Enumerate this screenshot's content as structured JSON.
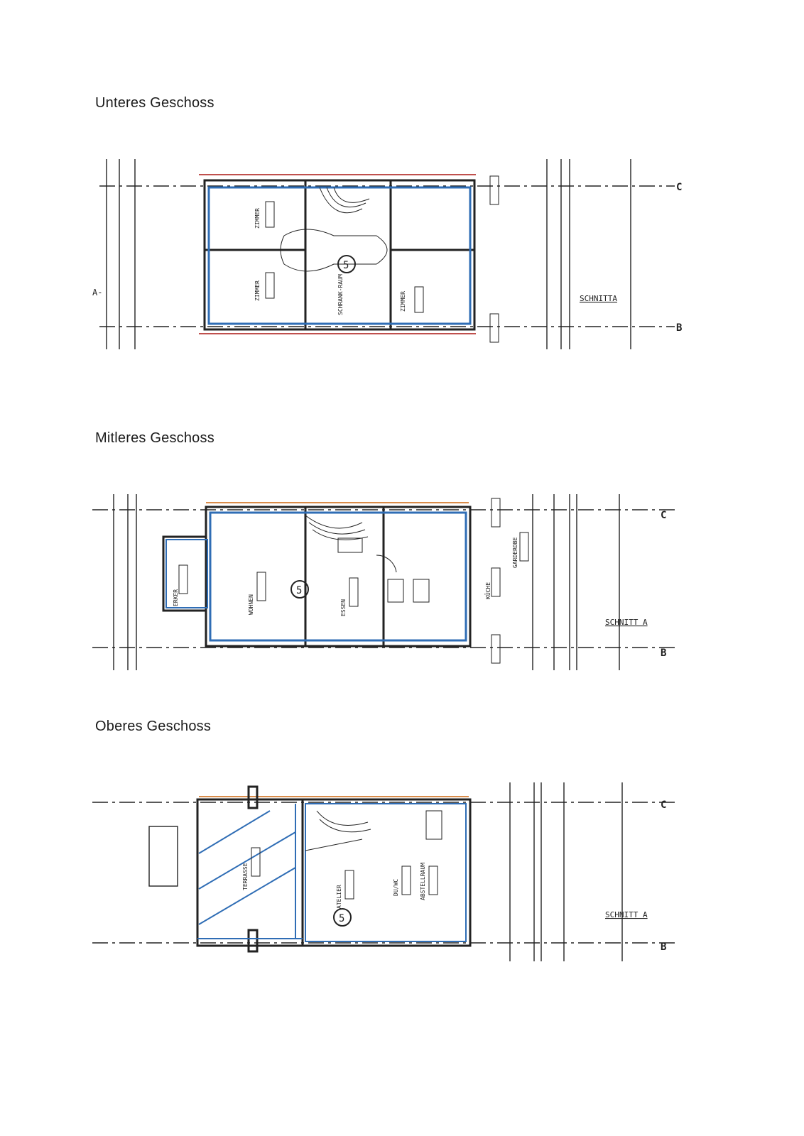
{
  "sections": [
    {
      "heading": "Unteres Geschoss",
      "axis_top": "C",
      "axis_bottom": "B",
      "section_mark": "SCHNITTA",
      "section_left": "A-",
      "rooms": [
        "ZIMMER",
        "ZIMMER",
        "SCHRANK-RAUM",
        "ZIMMER"
      ],
      "unit_number": "5"
    },
    {
      "heading": "Mitleres Geschoss",
      "axis_top": "C",
      "axis_bottom": "B",
      "section_mark": "SCHNITT A",
      "rooms": [
        "ERKER",
        "WOHNEN",
        "ESSEN",
        "KÜCHE",
        "GARDEROBE"
      ],
      "unit_number": "5"
    },
    {
      "heading": "Oberes Geschoss",
      "axis_top": "C",
      "axis_bottom": "B",
      "section_mark": "SCHNITT A",
      "rooms": [
        "TERRASSE",
        "ATELIER",
        "DU/WC",
        "ABSTELLRAUM"
      ],
      "unit_number": "5"
    }
  ],
  "colors": {
    "outline_blue": "#2f6db5",
    "wall_red": "#c0504d",
    "wall_orange": "#d98c4a",
    "line_dark": "#222222"
  }
}
